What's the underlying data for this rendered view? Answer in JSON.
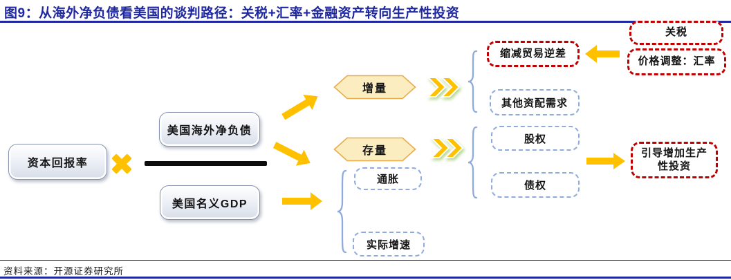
{
  "figure": {
    "title": "图9：从海外净负债看美国的谈判路径：关税+汇率+金融资产转向生产性投资",
    "source": "资料来源：开源证券研究所"
  },
  "formula": {
    "capital_return": "资本回报率",
    "numerator": "美国海外净负债",
    "denominator": "美国名义GDP"
  },
  "branches": {
    "increment": "增量",
    "stock": "存量"
  },
  "outcomes": {
    "reduce_trade_deficit": "缩减贸易逆差",
    "other_allocation_demand": "其他资配需求",
    "equity": "股权",
    "debt": "债权",
    "inflation": "通胀",
    "real_growth": "实际增速",
    "guide_productive_investment": "引导增加生产性投资"
  },
  "policy_tools": {
    "tariff": "关税",
    "price_adjustment_fx": "价格调整：汇率"
  },
  "icons": {
    "multiply-icon": "heavy gold X (multiplication)",
    "arrow-icon": "solid gold arrow",
    "double-chevron-icon": "gold double chevron »",
    "brace-icon": "light-blue curly brace"
  },
  "colors": {
    "title_navy": "#1f28a0",
    "arrow_gold": "#ffc000",
    "red_dashed_border": "#c00000",
    "blue_dashed_border": "#8faadc",
    "hexagon_fill": "#fcedc0",
    "hexagon_border": "#e8ab49",
    "solid_box_border": "#8793ae"
  }
}
